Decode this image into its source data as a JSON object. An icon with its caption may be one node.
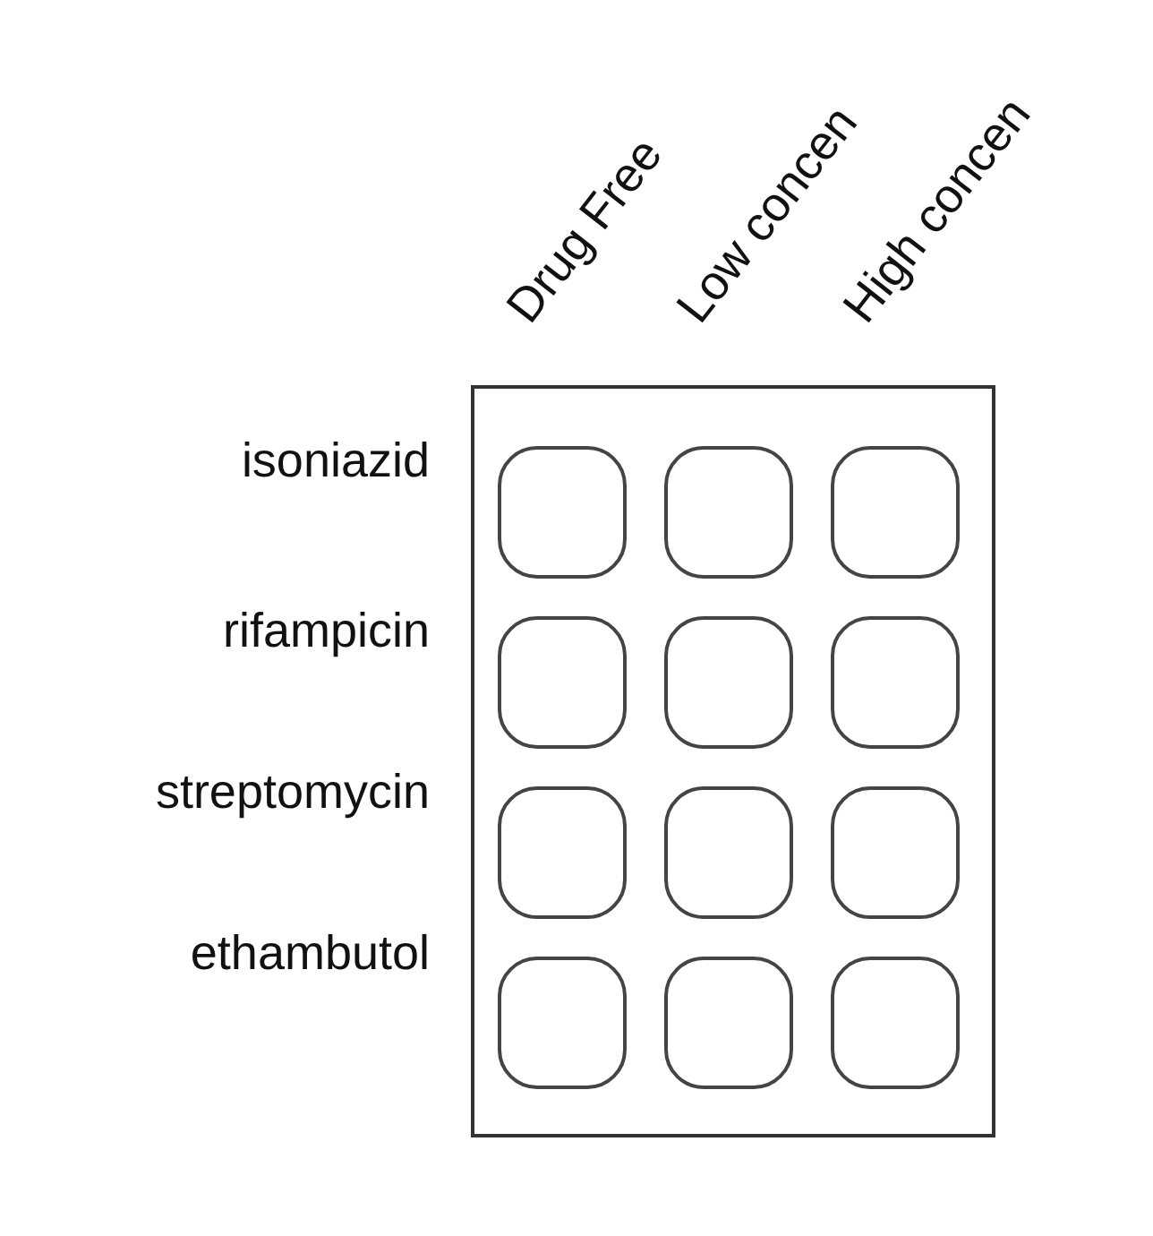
{
  "diagram": {
    "nodes": [
      {
        "text": [],
        "shape": "box"
      },
      {
        "text": [],
        "shape": "box",
        "in": 0
      },
      {
        "text": [],
        "shape": "box",
        "in": 0
      },
      {
        "text": [],
        "shape": "box",
        "in": 0
      },
      {
        "text": [],
        "shape": "box",
        "in": 0
      },
      {
        "text": [],
        "shape": "box",
        "in": 0
      },
      {
        "text": [],
        "shape": "box",
        "in": 0
      },
      {
        "text": [],
        "shape": "box",
        "in": 0
      },
      {
        "text": [],
        "shape": "box",
        "in": 0
      },
      {
        "text": [],
        "shape": "box",
        "in": 0
      },
      {
        "text": [],
        "shape": "box",
        "in": 0
      },
      {
        "text": [],
        "shape": "box",
        "in": 0
      },
      {
        "text": [],
        "shape": "box",
        "in": 0
      }
    ],
    "labels": [
      "Drug Free",
      "Low concen",
      "High concen",
      "isoniazid",
      "rifampicin",
      "streptomycin",
      "ethambutol"
    ]
  }
}
